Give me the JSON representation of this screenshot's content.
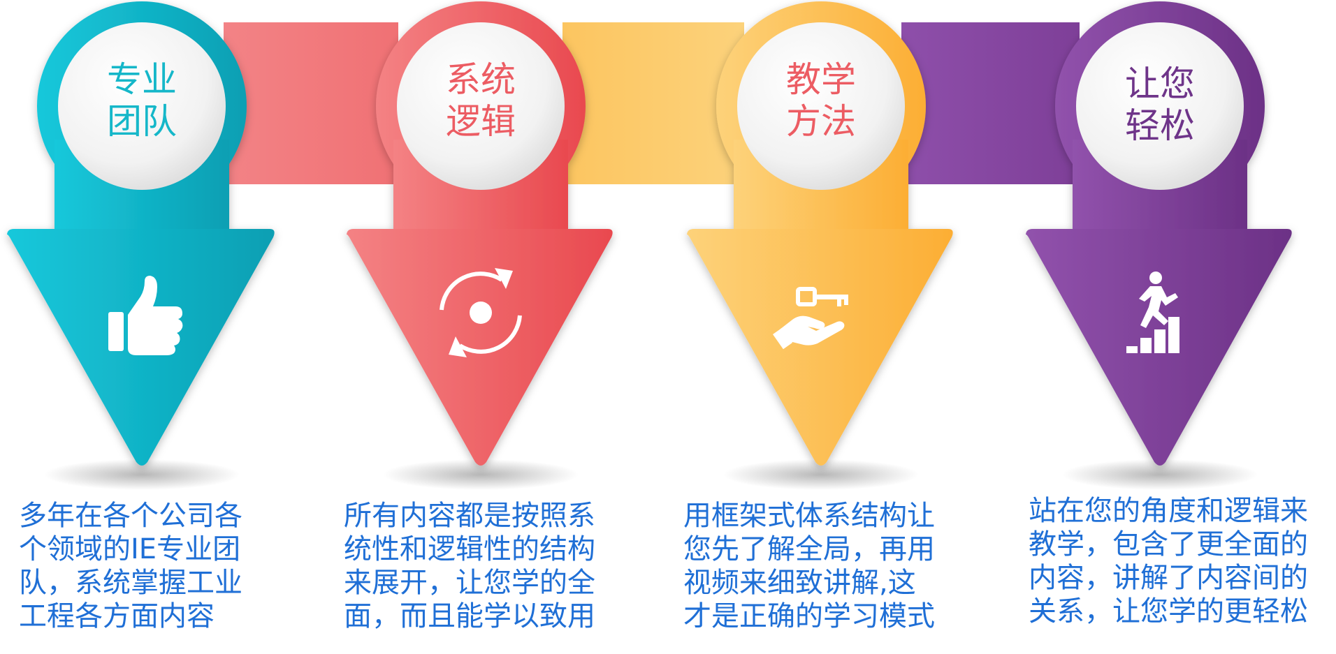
{
  "colors": {
    "teal": "#10B6CB",
    "coral": "#EC5C63",
    "amber": "#FDB848",
    "purple": "#7E3F98",
    "description_text": "#1F6FD6"
  },
  "steps": [
    {
      "title_line1": "专业",
      "title_line2": "团队",
      "icon": "thumbs-up-icon",
      "desc_lines": [
        "多年在各个公司各",
        "个领域的IE专业团",
        "队，系统掌握工业",
        "工程各方面内容"
      ]
    },
    {
      "title_line1": "系统",
      "title_line2": "逻辑",
      "icon": "refresh-cycle-icon",
      "desc_lines": [
        "所有内容都是按照系",
        "统性和逻辑性的结构",
        "来展开，让您学的全",
        "面，而且能学以致用"
      ]
    },
    {
      "title_line1": "教学",
      "title_line2": "方法",
      "icon": "key-in-hand-icon",
      "desc_lines": [
        "用框架式体系结构让",
        "您先了解全局，再用",
        "视频来细致讲解,这",
        "才是正确的学习模式"
      ]
    },
    {
      "title_line1": "让您",
      "title_line2": "轻松",
      "icon": "climbing-steps-icon",
      "desc_lines": [
        "站在您的角度和逻辑来",
        "教学，包含了更全面的",
        "内容，讲解了内容间的",
        "关系，让您学的更轻松"
      ]
    }
  ]
}
